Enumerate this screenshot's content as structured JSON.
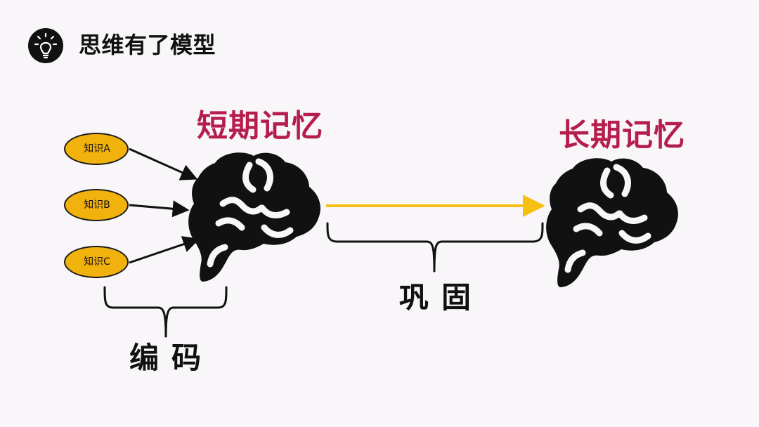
{
  "header": {
    "icon": "lightbulb-icon",
    "title": "思维有了模型"
  },
  "diagram": {
    "short_term_title": "短期记忆",
    "long_term_title": "长期记忆",
    "knowledge_items": [
      {
        "label": "知识A"
      },
      {
        "label": "知识B"
      },
      {
        "label": "知识C"
      }
    ],
    "encode_label": "编码",
    "consolidate_label": "巩固",
    "icons": [
      "brain-icon",
      "brain-icon"
    ]
  },
  "colors": {
    "background": "#f8f6f8",
    "accent_red": "#b51d4c",
    "node_fill": "#f2b20d",
    "arrow_yellow": "#f7bf12",
    "ink": "#111111"
  }
}
